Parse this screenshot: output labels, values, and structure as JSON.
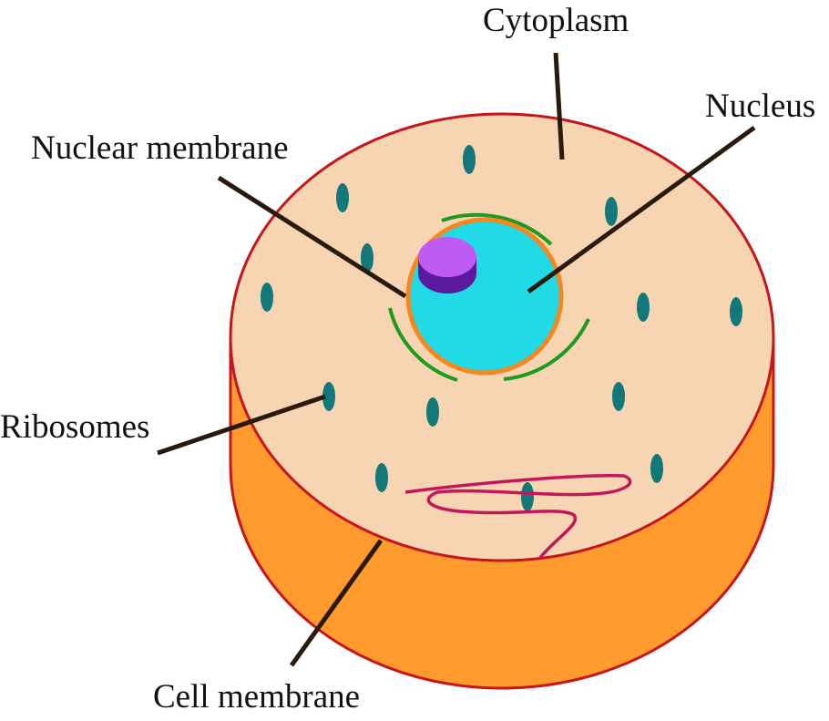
{
  "labels": {
    "cytoplasm": "Cytoplasm",
    "nucleus": "Nucleus",
    "nuclear_membrane": "Nuclear membrane",
    "ribosomes": "Ribosomes",
    "cell_membrane": "Cell membrane"
  },
  "colors": {
    "cell_body": "#FF9A2E",
    "cytoplasm": "#F8D5B2",
    "outline": "#C4161C",
    "nucleus": "#22D9E6",
    "nucleus_border": "#F7871F",
    "nuclear_membrane": "#1E9A1E",
    "nucleolus_top": "#BF5AF2",
    "nucleolus_side": "#5B1A9E",
    "ribosome": "#12787A",
    "er": "#C2185B"
  }
}
